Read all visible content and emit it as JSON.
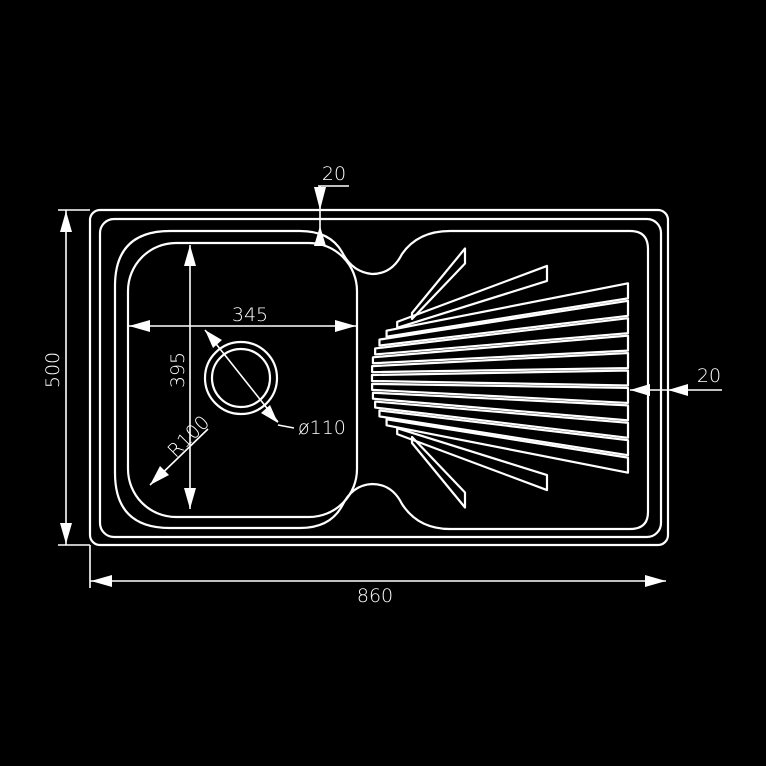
{
  "drawing": {
    "title": "Single bowl sink with drainer - technical drawing",
    "line_color": "#ffffff",
    "background_color": "#000000"
  },
  "dimensions": {
    "overall_width": "860",
    "overall_depth": "500",
    "bowl_width": "345",
    "bowl_depth": "395",
    "corner_radius": "R100",
    "drain_diameter": "ø110",
    "rim_top": "20",
    "rim_right": "20"
  },
  "drainer": {
    "groove_count": 15
  }
}
